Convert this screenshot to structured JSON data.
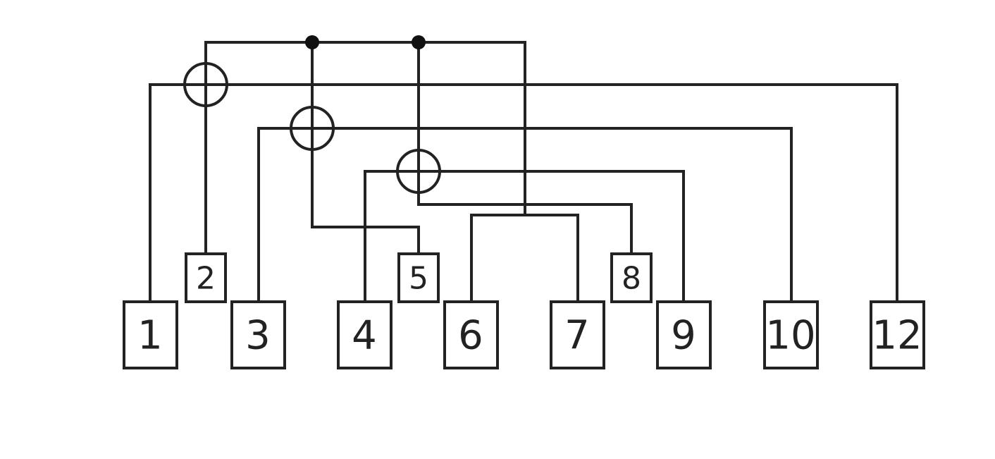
{
  "diagram": {
    "line_color": "#222222",
    "background": "#ffffff",
    "nodes": {
      "n1": "1",
      "n2": "2",
      "n3": "3",
      "n4": "4",
      "n5": "5",
      "n6": "6",
      "n7": "7",
      "n8": "8",
      "n9": "9",
      "n10": "10",
      "n12": "12"
    },
    "icons": {
      "xor_gate": "xor-icon",
      "junction": "junction-dot-icon"
    }
  }
}
